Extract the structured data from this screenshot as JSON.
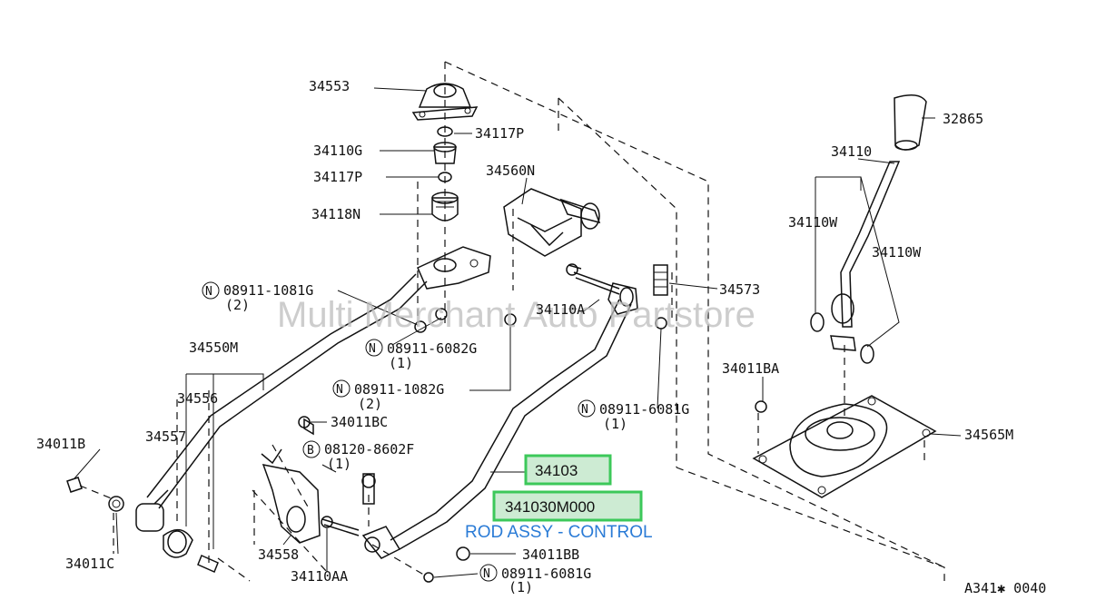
{
  "watermark": "Multi Merchant Auto Partstore",
  "figure_code": "A341✱ 0040",
  "highlight": {
    "part_number": "34103",
    "oem_number": "341030M000",
    "description": "ROD ASSY - CONTROL"
  },
  "labels": {
    "p34553": "34553",
    "p34117p_top": "34117P",
    "p34110g": "34110G",
    "p34117p_mid": "34117P",
    "p34560n": "34560N",
    "p34118n": "34118N",
    "p32865": "32865",
    "p34110": "34110",
    "p34110w_left": "34110W",
    "p34110w_right": "34110W",
    "p08911_1081g": "08911-1081G",
    "p08911_1081g_qty": "(2)",
    "p34573": "34573",
    "p34110a": "34110A",
    "p34550m": "34550M",
    "p08911_6082g": "08911-6082G",
    "p08911_6082g_qty": "(1)",
    "p34556": "34556",
    "p08911_1082g": "08911-1082G",
    "p08911_1082g_qty": "(2)",
    "p34011ba": "34011BA",
    "p08911_6081g_r": "08911-6081G",
    "p08911_6081g_r_qty": "(1)",
    "p34011bc": "34011BC",
    "p34557": "34557",
    "p34011b": "34011B",
    "p08120_8602f": "08120-8602F",
    "p08120_8602f_qty": "(1)",
    "p34565m": "34565M",
    "p34558": "34558",
    "p34011c": "34011C",
    "p34110aa": "34110AA",
    "p34011bb": "34011BB",
    "p08911_6081g_b": "08911-6081G",
    "p08911_6081g_b_qty": "(1)",
    "n_symbol": "N",
    "b_symbol": "B"
  }
}
